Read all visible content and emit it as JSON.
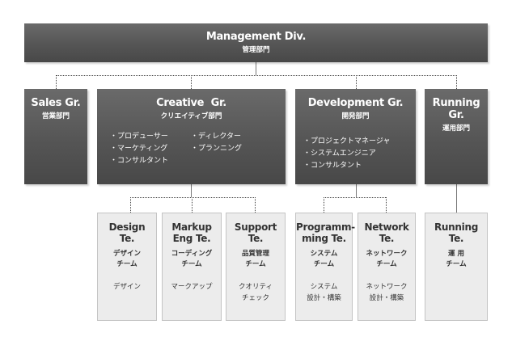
{
  "management": {
    "title": "Management Div.",
    "subtitle": "管理部門"
  },
  "groups": [
    {
      "title": "Sales Gr.",
      "subtitle": "営業部門"
    },
    {
      "title": "Creative  Gr.",
      "subtitle": "クリエイティブ部門",
      "items_left": [
        "プロデューサー",
        "マーケティング",
        "コンサルタント"
      ],
      "items_right": [
        "ディレクター",
        "プランニング"
      ]
    },
    {
      "title": "Development Gr.",
      "subtitle": "開発部門",
      "items": [
        "プロジェクトマネージャ",
        "システムエンジニア",
        "コンサルタント"
      ]
    },
    {
      "title": "Running Gr.",
      "subtitle": "運用部門"
    }
  ],
  "teams": [
    {
      "title_l1": "Design",
      "title_l2": "Te.",
      "sub_l1": "デザイン",
      "sub_l2": "チーム",
      "desc_l1": "デザイン",
      "desc_l2": ""
    },
    {
      "title_l1": "Markup",
      "title_l2": "Eng Te.",
      "sub_l1": "コーディング",
      "sub_l2": "チーム",
      "desc_l1": "マークアップ",
      "desc_l2": ""
    },
    {
      "title_l1": "Support",
      "title_l2": "Te.",
      "sub_l1": "品質管理",
      "sub_l2": "チーム",
      "desc_l1": "クオリティ",
      "desc_l2": "チェック"
    },
    {
      "title_l1": "Programm-",
      "title_l2": "ming Te.",
      "sub_l1": "システム",
      "sub_l2": "チーム",
      "desc_l1": "システム",
      "desc_l2": "設計・構築"
    },
    {
      "title_l1": "Network",
      "title_l2": "Te.",
      "sub_l1": "ネットワーク",
      "sub_l2": "チーム",
      "desc_l1": "ネットワーク",
      "desc_l2": "設計・構築"
    },
    {
      "title_l1": "Running",
      "title_l2": "Te.",
      "sub_l1": "運 用",
      "sub_l2": "チーム",
      "desc_l1": "",
      "desc_l2": ""
    }
  ]
}
